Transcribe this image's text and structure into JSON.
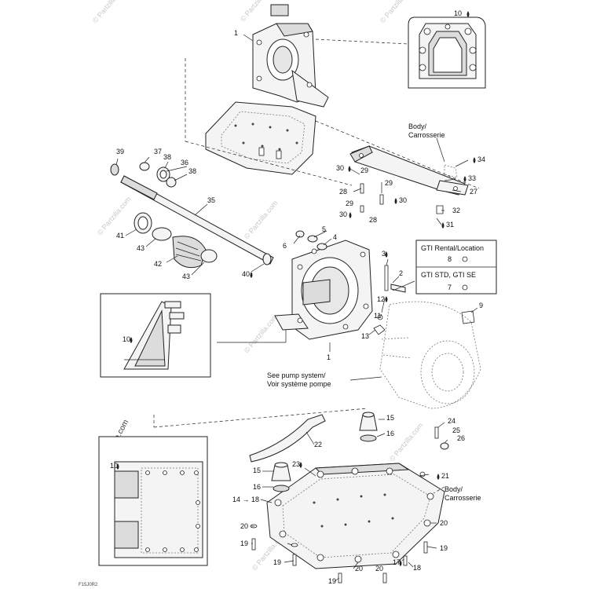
{
  "watermarks": [
    "© Partzilla.com",
    "© Partzilla.com",
    "© Partzilla.com",
    "© Partzilla.com",
    "© Partzilla.com",
    "© Partzilla.com",
    "© Partzilla.com",
    "© Partzilla.com",
    "© Partzilla.com"
  ],
  "callouts": [
    {
      "id": "c1a",
      "text": "1"
    },
    {
      "id": "c10a",
      "text": "10"
    },
    {
      "id": "c39",
      "text": "39"
    },
    {
      "id": "c37",
      "text": "37"
    },
    {
      "id": "c38a",
      "text": "38"
    },
    {
      "id": "c36",
      "text": "36"
    },
    {
      "id": "c38b",
      "text": "38"
    },
    {
      "id": "c34",
      "text": "34"
    },
    {
      "id": "c30a",
      "text": "30"
    },
    {
      "id": "c29a",
      "text": "29"
    },
    {
      "id": "c33",
      "text": "33"
    },
    {
      "id": "c29b",
      "text": "29"
    },
    {
      "id": "c28a",
      "text": "28"
    },
    {
      "id": "c27",
      "text": "27"
    },
    {
      "id": "c29c",
      "text": "29"
    },
    {
      "id": "c30b",
      "text": "30"
    },
    {
      "id": "c30c",
      "text": "30"
    },
    {
      "id": "c28b",
      "text": "28"
    },
    {
      "id": "c32",
      "text": "32"
    },
    {
      "id": "c31",
      "text": "31"
    },
    {
      "id": "c35",
      "text": "35"
    },
    {
      "id": "c41",
      "text": "41"
    },
    {
      "id": "c43a",
      "text": "43"
    },
    {
      "id": "c42",
      "text": "42"
    },
    {
      "id": "c43b",
      "text": "43"
    },
    {
      "id": "c40",
      "text": "40"
    },
    {
      "id": "c5",
      "text": "5"
    },
    {
      "id": "c6",
      "text": "6"
    },
    {
      "id": "c4",
      "text": "4"
    },
    {
      "id": "c3",
      "text": "3"
    },
    {
      "id": "c2",
      "text": "2"
    },
    {
      "id": "c12",
      "text": "12"
    },
    {
      "id": "c11",
      "text": "11"
    },
    {
      "id": "c13",
      "text": "13"
    },
    {
      "id": "c8",
      "text": "8"
    },
    {
      "id": "c7",
      "text": "7"
    },
    {
      "id": "c9",
      "text": "9"
    },
    {
      "id": "c10b",
      "text": "10"
    },
    {
      "id": "c1b",
      "text": "1"
    },
    {
      "id": "c22",
      "text": "22"
    },
    {
      "id": "c15a",
      "text": "15"
    },
    {
      "id": "c16a",
      "text": "16"
    },
    {
      "id": "c24",
      "text": "24"
    },
    {
      "id": "c25",
      "text": "25"
    },
    {
      "id": "c26",
      "text": "26"
    },
    {
      "id": "c10c",
      "text": "10"
    },
    {
      "id": "c15b",
      "text": "15"
    },
    {
      "id": "c23",
      "text": "23"
    },
    {
      "id": "c21",
      "text": "21"
    },
    {
      "id": "c16b",
      "text": "16"
    },
    {
      "id": "c1418",
      "text": "14 → 18"
    },
    {
      "id": "c20a",
      "text": "20"
    },
    {
      "id": "c20b",
      "text": "20"
    },
    {
      "id": "c19a",
      "text": "19"
    },
    {
      "id": "c19b",
      "text": "19"
    },
    {
      "id": "c19c",
      "text": "19"
    },
    {
      "id": "c20c",
      "text": "20"
    },
    {
      "id": "c17",
      "text": "17"
    },
    {
      "id": "c20d",
      "text": "20"
    },
    {
      "id": "c18",
      "text": "18"
    },
    {
      "id": "c19d",
      "text": "19"
    }
  ],
  "notes": {
    "body_top_1": "Body/",
    "body_top_2": "Carrosserie",
    "body_bottom_1": "Body/",
    "body_bottom_2": "Carrosserie",
    "gti_rental": "GTI Rental/Location",
    "gti_std": "GTI STD, GTI SE",
    "pump_1": "See pump system/",
    "pump_2": "Voir système pompe"
  },
  "figure_code": "F15J0R2"
}
